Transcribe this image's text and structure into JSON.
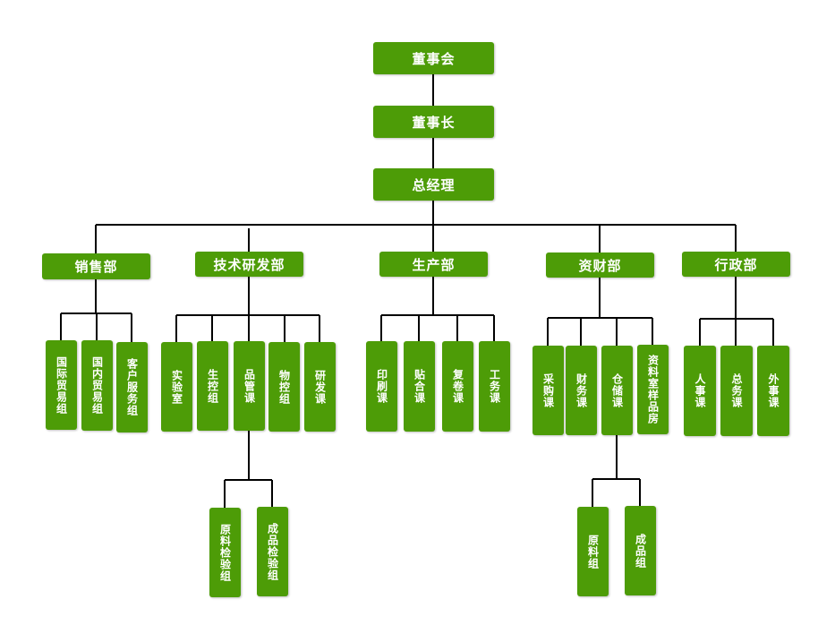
{
  "org": {
    "board": "董事会",
    "chairman": "董事长",
    "gm": "总经理",
    "depts": {
      "sales": {
        "name": "销售部",
        "units": [
          "国际贸易组",
          "国内贸易组",
          "客户服务组"
        ]
      },
      "rnd": {
        "name": "技术研发部",
        "units": [
          "实验室",
          "生控组",
          "品管课",
          "物控组",
          "研发课"
        ],
        "qc_subunits": [
          "原料检验组",
          "成品检验组"
        ]
      },
      "production": {
        "name": "生产部",
        "units": [
          "印刷课",
          "贴合课",
          "复卷课",
          "工务课"
        ]
      },
      "finance": {
        "name": "资财部",
        "units": [
          "采购课",
          "财务课",
          "仓储课",
          "资料室样品房"
        ],
        "warehouse_subunits": [
          "原料组",
          "成品组"
        ]
      },
      "admin": {
        "name": "行政部",
        "units": [
          "人事课",
          "总务课",
          "外事课"
        ]
      }
    }
  },
  "colors": {
    "box": "#4d9c07",
    "line": "#000000",
    "text": "#ffffff"
  }
}
